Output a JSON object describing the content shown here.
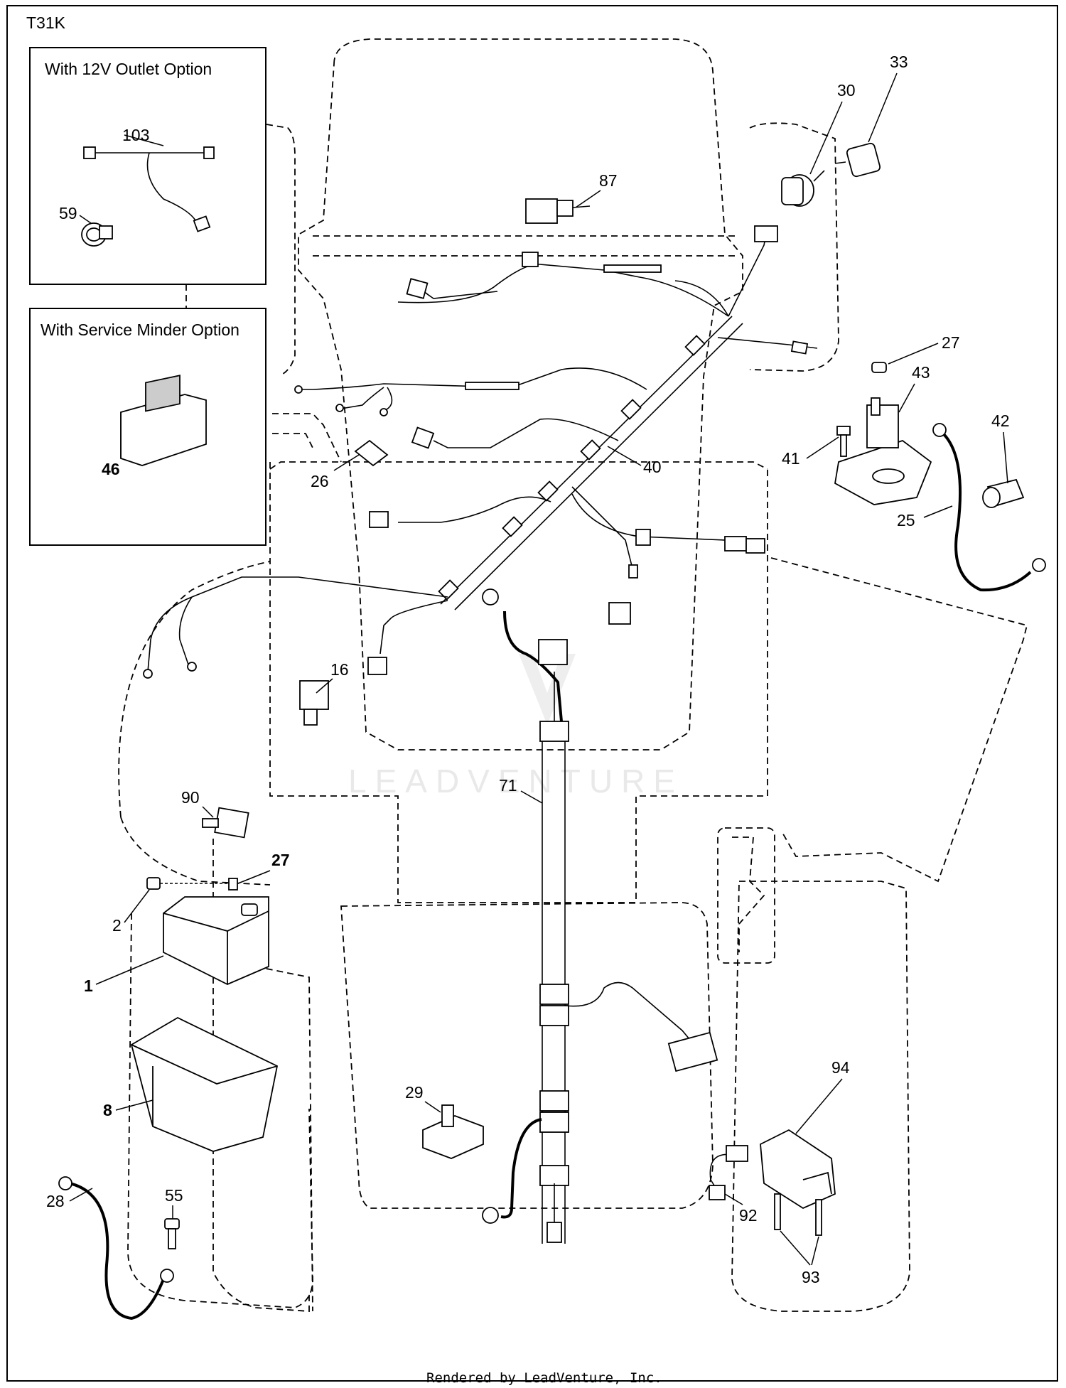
{
  "diagram_code": "T31K",
  "option_boxes": {
    "outlet": "With 12V Outlet Option",
    "service_minder": "With Service Minder Option"
  },
  "callouts": {
    "c103": "103",
    "c59": "59",
    "c46": "46",
    "c26": "26",
    "c87": "87",
    "c30": "30",
    "c33": "33",
    "c27a": "27",
    "c43": "43",
    "c41": "41",
    "c42": "42",
    "c25": "25",
    "c40": "40",
    "c16": "16",
    "c90": "90",
    "c71": "71",
    "c27b": "27",
    "c2": "2",
    "c1": "1",
    "c8": "8",
    "c28": "28",
    "c55": "55",
    "c29": "29",
    "c94": "94",
    "c92": "92",
    "c93": "93"
  },
  "watermark": "LEADVENTURE",
  "footer": "Rendered by LeadVenture, Inc."
}
